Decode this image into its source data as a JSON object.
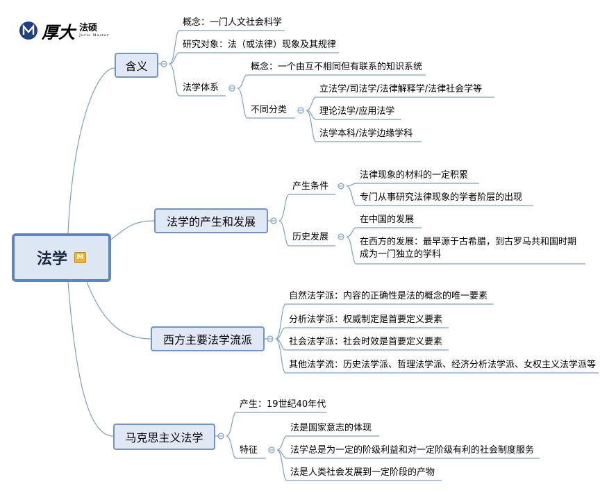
{
  "logo": {
    "cn": "厚大",
    "fashuo": "法硕",
    "en": "Juris Master"
  },
  "root": {
    "label": "法学",
    "badge": "M"
  },
  "b1": {
    "label": "含义",
    "c1": "概念：一门人文社会科学",
    "c2": "研究对象：法（或法律）现象及其规律",
    "c3": {
      "label": "法学体系",
      "d1": "概念：一个由互不相同但有联系的知识系统",
      "d2": {
        "label": "不同分类",
        "e1": "立法学/司法学/法律解释学/法律社会学等",
        "e2": "理论法学/应用法学",
        "e3": "法学本科/法学边缘学科"
      }
    }
  },
  "b2": {
    "label": "法学的产生和发展",
    "c1": {
      "label": "产生条件",
      "d1": "法律现象的材料的一定积累",
      "d2": "专门从事研究法律现象的学者阶层的出现"
    },
    "c2": {
      "label": "历史发展",
      "d1": "在中国的发展",
      "d2a": "在西方的发展：最早源于古希腊，到古罗马共和国时期",
      "d2b": "成为一门独立的学科"
    }
  },
  "b3": {
    "label": "西方主要法学流派",
    "c1": "自然法学派：内容的正确性是法的概念的唯一要素",
    "c2": "分析法学派：权威制定是首要定义要素",
    "c3": "社会法学派：社会时效是首要定义要素",
    "c4": "其他法学流：历史法学派、哲理法学派、经济分析法学派、女权主义法学派等"
  },
  "b4": {
    "label": "马克思主义法学",
    "c1": "产生：19世纪40年代",
    "c2": {
      "label": "特征",
      "d1": "法是国家意志的体现",
      "d2": "法学总是为一定的阶级利益和对一定阶级有利的社会制度服务",
      "d3": "法是人类社会发展到一定阶段的产物"
    }
  }
}
